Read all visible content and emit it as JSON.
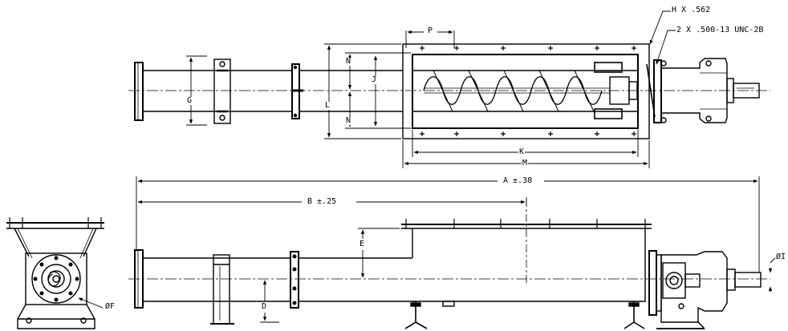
{
  "labels": {
    "h_x": "H X .562",
    "bolt_spec": "2 X .500-13 UNC-2B",
    "p": "P",
    "n_top": "N",
    "n_bottom": "N",
    "j": "J",
    "l": "L",
    "g": "G",
    "k": "K",
    "m": "M",
    "a": "A ±.38",
    "b": "B ±.25",
    "e": "E",
    "d": "D",
    "phi_f": "ØF",
    "phi_i": "ØI"
  }
}
